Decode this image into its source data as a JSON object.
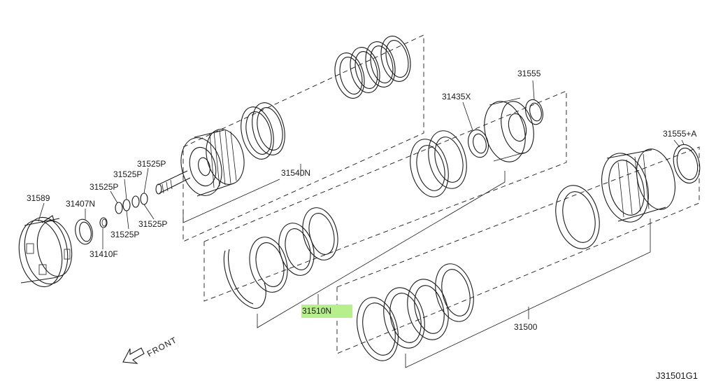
{
  "diagram": {
    "parts": [
      {
        "id": "31589",
        "label": "31589"
      },
      {
        "id": "31407N",
        "label": "31407N"
      },
      {
        "id": "31410F",
        "label": "31410F"
      },
      {
        "id": "31525P-1",
        "label": "31525P"
      },
      {
        "id": "31525P-2",
        "label": "31525P"
      },
      {
        "id": "31525P-3",
        "label": "31525P"
      },
      {
        "id": "31525P-4",
        "label": "31525P"
      },
      {
        "id": "31525P-5",
        "label": "31525P"
      },
      {
        "id": "31540N",
        "label": "31540N"
      },
      {
        "id": "31435X",
        "label": "31435X"
      },
      {
        "id": "31555",
        "label": "31555"
      },
      {
        "id": "31555+A",
        "label": "31555+A"
      },
      {
        "id": "31510N",
        "label": "31510N"
      },
      {
        "id": "31500",
        "label": "31500"
      }
    ],
    "highlighted_part": "31510N",
    "highlight_color": "#b6ef8c",
    "front_label": "FRONT",
    "drawing_code": "J31501G1"
  }
}
